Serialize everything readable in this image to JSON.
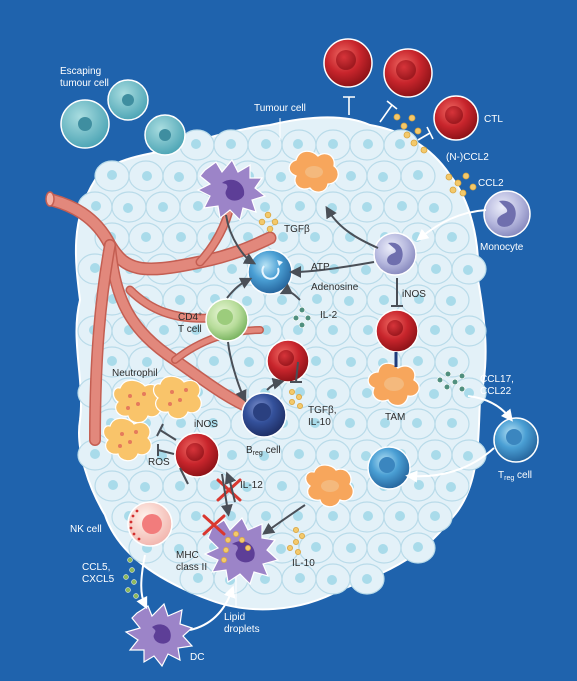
{
  "labels": {
    "escaping_1": "Escaping",
    "escaping_2": "tumour cell",
    "tumour_cell": "Tumour cell",
    "ctl": "CTL",
    "nccl2": "(N-)CCL2",
    "ccl2": "CCL2",
    "monocyte": "Monocyte",
    "tgfb_top": "TGFβ",
    "atp": "ATP",
    "adenosine": "Adenosine",
    "inos_right": "iNOS",
    "il2": "IL-2",
    "cd4_1": "CD4",
    "cd4_sup": "+",
    "cd4_2": "T cell",
    "neutrophil": "Neutrophil",
    "inos_left": "iNOS",
    "ros": "ROS",
    "breg_b": "B",
    "breg_sub": "reg",
    "breg_rest": " cell",
    "tgfb_il10_1": "TGFβ,",
    "tgfb_il10_2": "IL-10",
    "tam": "TAM",
    "ccl17_1": "CCL17,",
    "ccl17_2": "CCL22",
    "treg_t": "T",
    "treg_sub": "reg",
    "treg_rest": " cell",
    "il12": "IL-12",
    "nk_cell": "NK cell",
    "ccl5_1": "CCL5,",
    "ccl5_2": "CXCL5",
    "mhc_1": "MHC",
    "mhc_2": "class II",
    "il10_bottom": "IL-10",
    "lipid_1": "Lipid",
    "lipid_2": "droplets",
    "dc": "DC"
  },
  "colors": {
    "background": "#1f63ad",
    "tumour_tissue": "#e3f1f8",
    "tumour_nucleus": "#a9dbea",
    "vessel": "#e2887c",
    "ctl_red": "#c8252c",
    "monocyte_lilac": "#b6b8de",
    "tam_orange": "#f7a65c",
    "mdsc_purple": "#9c84c8",
    "treg_blue": "#4a9fd4",
    "breg_navy": "#34519b",
    "cd4_green": "#b7dc9a",
    "cytokine_yellow": "#f3c96b",
    "cytokine_green": "#4f8f7e"
  }
}
